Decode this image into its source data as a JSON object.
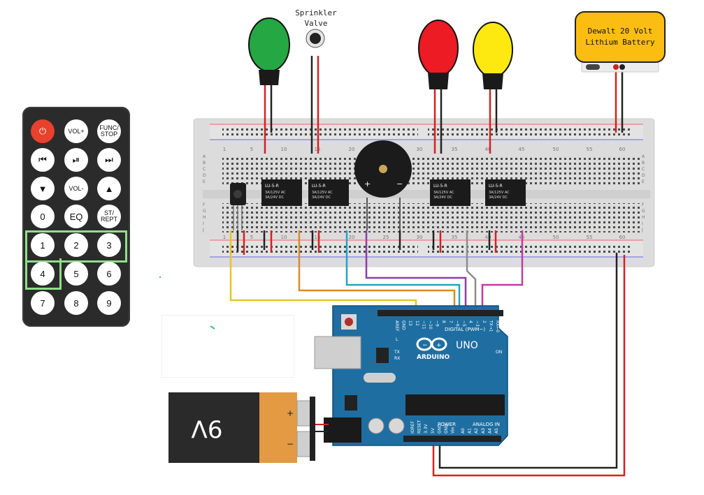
{
  "labels": {
    "sprinkler": "Sprinkler\nValve",
    "battery": "Dewalt 20 Volt\nLithium Battery"
  },
  "nine_volt": {
    "text": "9V",
    "plus": "+",
    "minus": "−"
  },
  "relays": {
    "model": "LU-5-R",
    "rating1": "3A/125V AC",
    "rating2": "3A/24V DC"
  },
  "arduino": {
    "brand": "ARDUINO",
    "model": "UNO",
    "digital_label": "DIGITAL (PWM~)",
    "power_label": "POWER",
    "analog_label": "ANALOG IN",
    "pin_labels_top": [
      "AREF",
      "GND",
      "13",
      "12",
      "~11",
      "~10",
      "~9",
      "8",
      "7",
      "~6",
      "~5",
      "4",
      "~3",
      "2",
      "TX→1",
      "RX←0"
    ],
    "pin_labels_bottom": [
      "IOREF",
      "RESET",
      "3.3V",
      "5V",
      "GND",
      "GND",
      "Vin",
      "A0",
      "A1",
      "A2",
      "A3",
      "A4",
      "A5"
    ],
    "l_label": "L",
    "tx_label": "TX",
    "rx_label": "RX",
    "on_label": "ON"
  },
  "breadboard": {
    "col_numbers": [
      "1",
      "5",
      "10",
      "15",
      "20",
      "25",
      "30",
      "35",
      "40",
      "45",
      "50",
      "55",
      "60"
    ],
    "row_letters_top": [
      "A",
      "B",
      "C",
      "D",
      "E"
    ],
    "row_letters_bottom": [
      "F",
      "G",
      "H",
      "I",
      "J"
    ]
  },
  "buzzer": {
    "plus": "+",
    "minus": "−"
  },
  "remote": {
    "buttons": [
      {
        "name": "power",
        "label": "⏻"
      },
      {
        "name": "vol-up",
        "label": "VOL+"
      },
      {
        "name": "func-stop",
        "label": "FUNC/\nSTOP"
      },
      {
        "name": "prev",
        "label": "⏮"
      },
      {
        "name": "play-pause",
        "label": "⏯"
      },
      {
        "name": "next",
        "label": "⏭"
      },
      {
        "name": "down",
        "label": "▼"
      },
      {
        "name": "vol-down",
        "label": "VOL-"
      },
      {
        "name": "up",
        "label": "▲"
      },
      {
        "name": "0",
        "label": "0"
      },
      {
        "name": "eq",
        "label": "EQ"
      },
      {
        "name": "st-rept",
        "label": "ST/\nREPT"
      },
      {
        "name": "1",
        "label": "1"
      },
      {
        "name": "2",
        "label": "2"
      },
      {
        "name": "3",
        "label": "3"
      },
      {
        "name": "4",
        "label": "4"
      },
      {
        "name": "5",
        "label": "5"
      },
      {
        "name": "6",
        "label": "6"
      },
      {
        "name": "7",
        "label": "7"
      },
      {
        "name": "8",
        "label": "8"
      },
      {
        "name": "9",
        "label": "9"
      }
    ]
  },
  "colors": {
    "led_green": "#25a743",
    "led_red": "#ec1b24",
    "led_yellow": "#fde910",
    "battery_yellow": "#fbbd12",
    "arduino_blue": "#1f6ea1",
    "remote_body": "#2b2b2b",
    "highlight": "#8fe08a",
    "wire_yellow": "#e8c42a",
    "wire_orange": "#d98a2a",
    "wire_cyan": "#27a2c4",
    "wire_purple": "#8b3fa6",
    "wire_gray": "#8d8d8d",
    "wire_magenta": "#c13aa3",
    "wire_red": "#d22222",
    "wire_black": "#222222"
  }
}
